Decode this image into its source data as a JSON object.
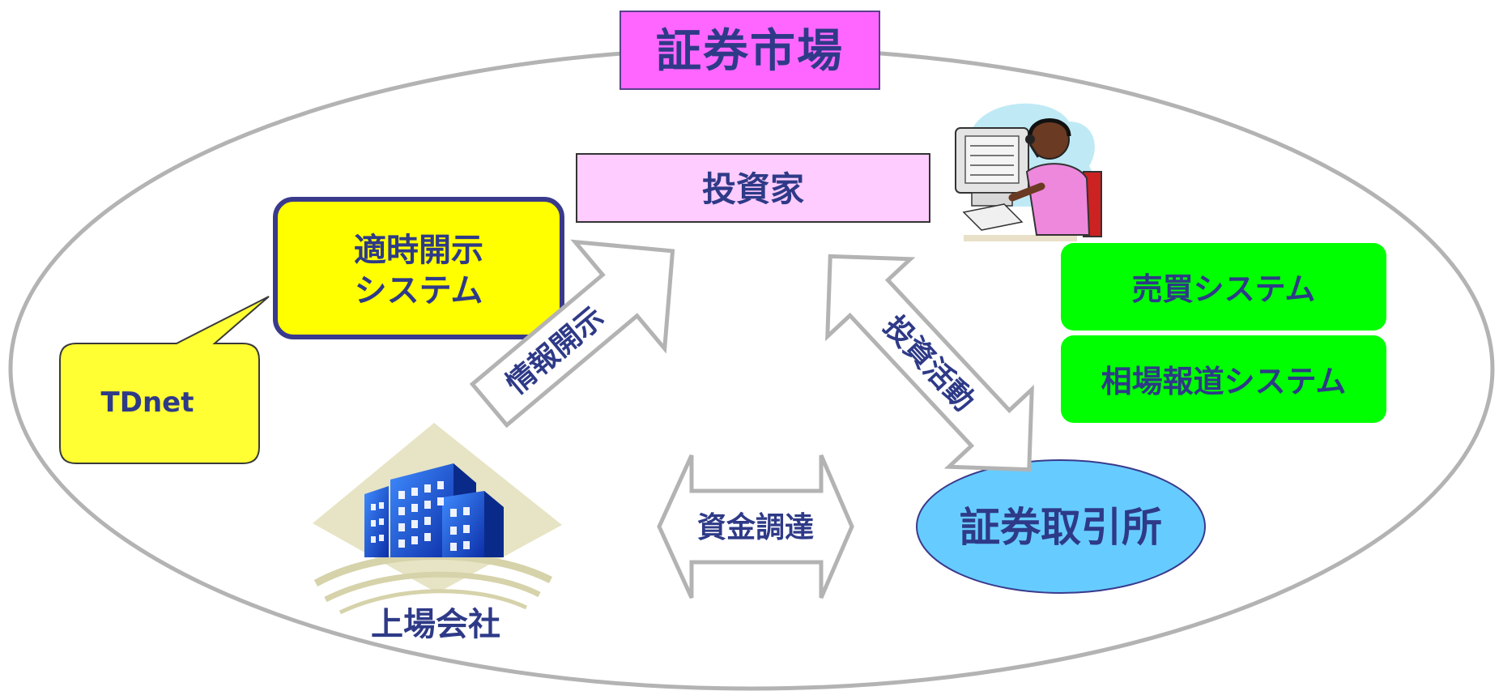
{
  "title": "証券市場",
  "investor": "投資家",
  "disclosure_system": {
    "line1": "適時開示",
    "line2": "システム"
  },
  "tdnet": "TDnet",
  "trading_system": "売買システム",
  "quote_system": "相場報道システム",
  "exchange": "証券取引所",
  "listed_company": "上場会社",
  "arrows": {
    "disclosure": "情報開示",
    "investment": "投資活動",
    "financing": "資金調達"
  },
  "colors": {
    "title_bg": "#ff66ff",
    "investor_bg": "#ffccff",
    "disclosure_bg": "#ffff00",
    "disclosure_border": "#3a3a8c",
    "tdnet_bg": "#ffff33",
    "system_bg": "#00ff00",
    "exchange_bg": "#66ccff",
    "text": "#2e3a87",
    "ellipse_stroke": "#b3b3b3"
  }
}
